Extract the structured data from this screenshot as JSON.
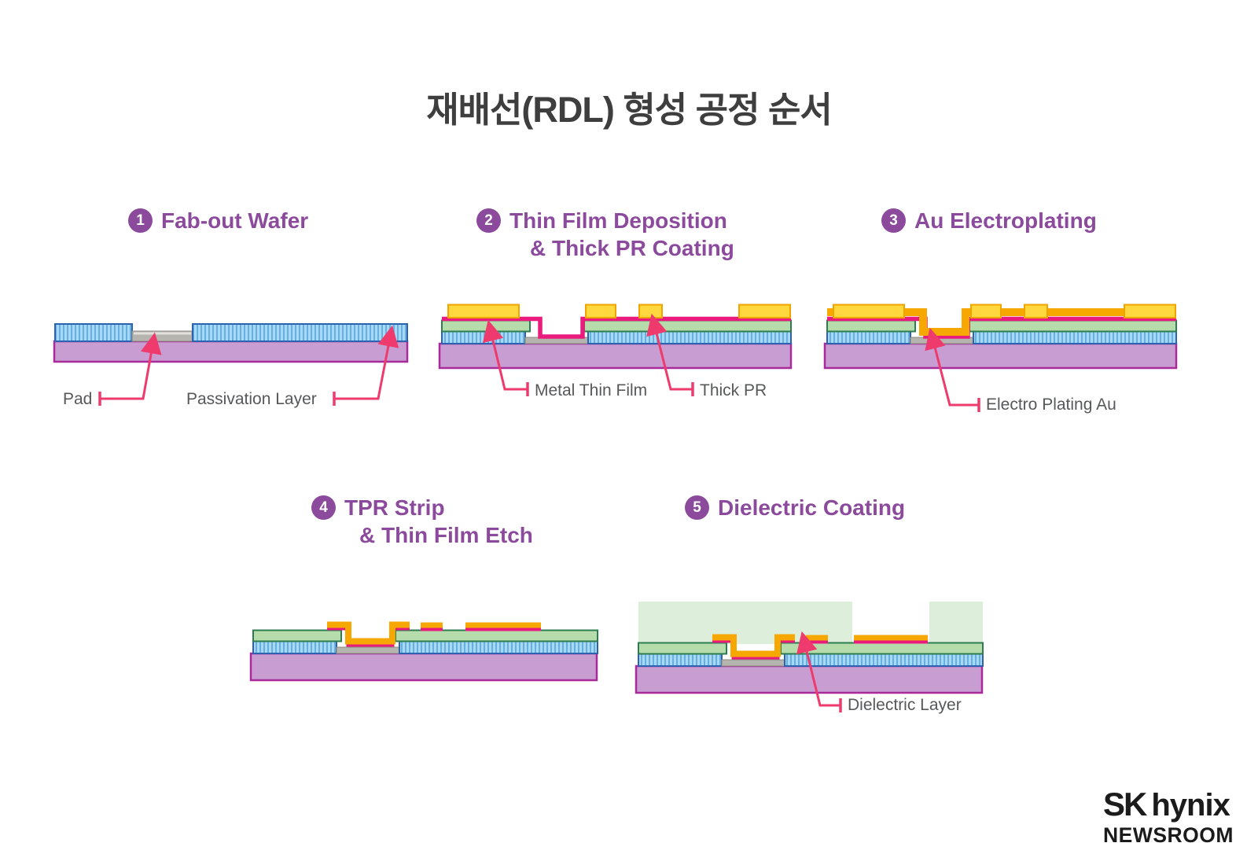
{
  "title": "재배선(RDL) 형성 공정 순서",
  "steps": [
    {
      "num": "1",
      "title": "Fab-out Wafer",
      "labels": {
        "pad": "Pad",
        "passivation": "Passivation Layer"
      }
    },
    {
      "num": "2",
      "title": "Thin Film Deposition",
      "title2": "& Thick PR Coating",
      "labels": {
        "metal_thin_film": "Metal Thin Film",
        "thick_pr": "Thick PR"
      }
    },
    {
      "num": "3",
      "title": "Au Electroplating",
      "labels": {
        "electroplating_au": "Electro Plating Au"
      }
    },
    {
      "num": "4",
      "title": "TPR Strip",
      "title2": "& Thin Film Etch",
      "labels": {}
    },
    {
      "num": "5",
      "title": "Dielectric Coating",
      "labels": {
        "dielectric": "Dielectric Layer"
      }
    }
  ],
  "colors": {
    "heading_purple": "#8b4a9c",
    "title_gray": "#3e3e3e",
    "label_gray": "#57585a",
    "leader_pink": "#ee3a6d",
    "substrate_purple": "#c89ed2",
    "substrate_border": "#a92b9a",
    "passivation_blue": "#a6d9f6",
    "passivation_border": "#2d62b0",
    "pad_gray": "#b6b4ae",
    "seed_green": "#b7dcab",
    "seed_green_border": "#2c7d50",
    "metal_film_pink": "#e91c7d",
    "thick_pr_yellow": "#ffd840",
    "thick_pr_border": "#f0a400",
    "au_orange": "#f6a700",
    "dielectric_green": "#ddeeda"
  },
  "logo": {
    "sk": "SK",
    "hynix": "hynix",
    "newsroom": "NEWSROOM"
  }
}
